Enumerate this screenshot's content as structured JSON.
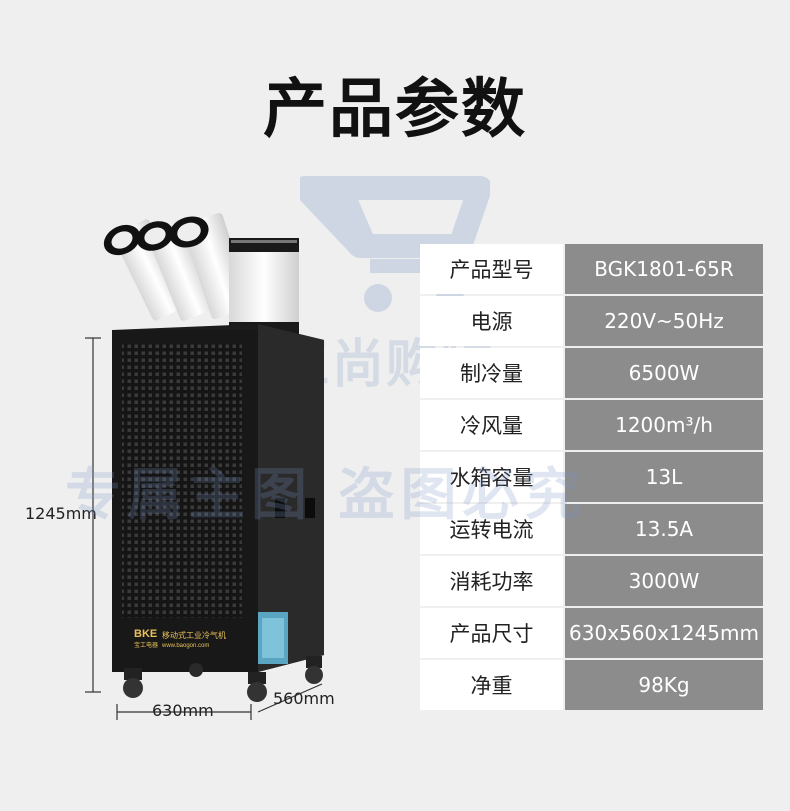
{
  "header": {
    "title": "产品参数"
  },
  "watermark": {
    "brand": "三尚购物",
    "line": "专属主图  盗图必究"
  },
  "product": {
    "logo_text": "BKE",
    "logo_sub": "宝工电器",
    "label_text": "移动式工业冷气机",
    "site_text": "www.baogon.com"
  },
  "dimensions": {
    "height": "1245mm",
    "width": "630mm",
    "depth": "560mm"
  },
  "specs": [
    {
      "label": "产品型号",
      "value": "BGK1801-65R"
    },
    {
      "label": "电源",
      "value": "220V~50Hz"
    },
    {
      "label": "制冷量",
      "value": "6500W"
    },
    {
      "label": "冷风量",
      "value": "1200m³/h"
    },
    {
      "label": "水箱容量",
      "value": "13L"
    },
    {
      "label": "运转电流",
      "value": "13.5A"
    },
    {
      "label": "消耗功率",
      "value": "3000W"
    },
    {
      "label": "产品尺寸",
      "value": "630x560x1245mm"
    },
    {
      "label": "净重",
      "value": "98Kg"
    }
  ],
  "colors": {
    "background": "#efefef",
    "value_cell": "#8c8c8c",
    "label_cell": "#ffffff",
    "title": "#111111"
  }
}
